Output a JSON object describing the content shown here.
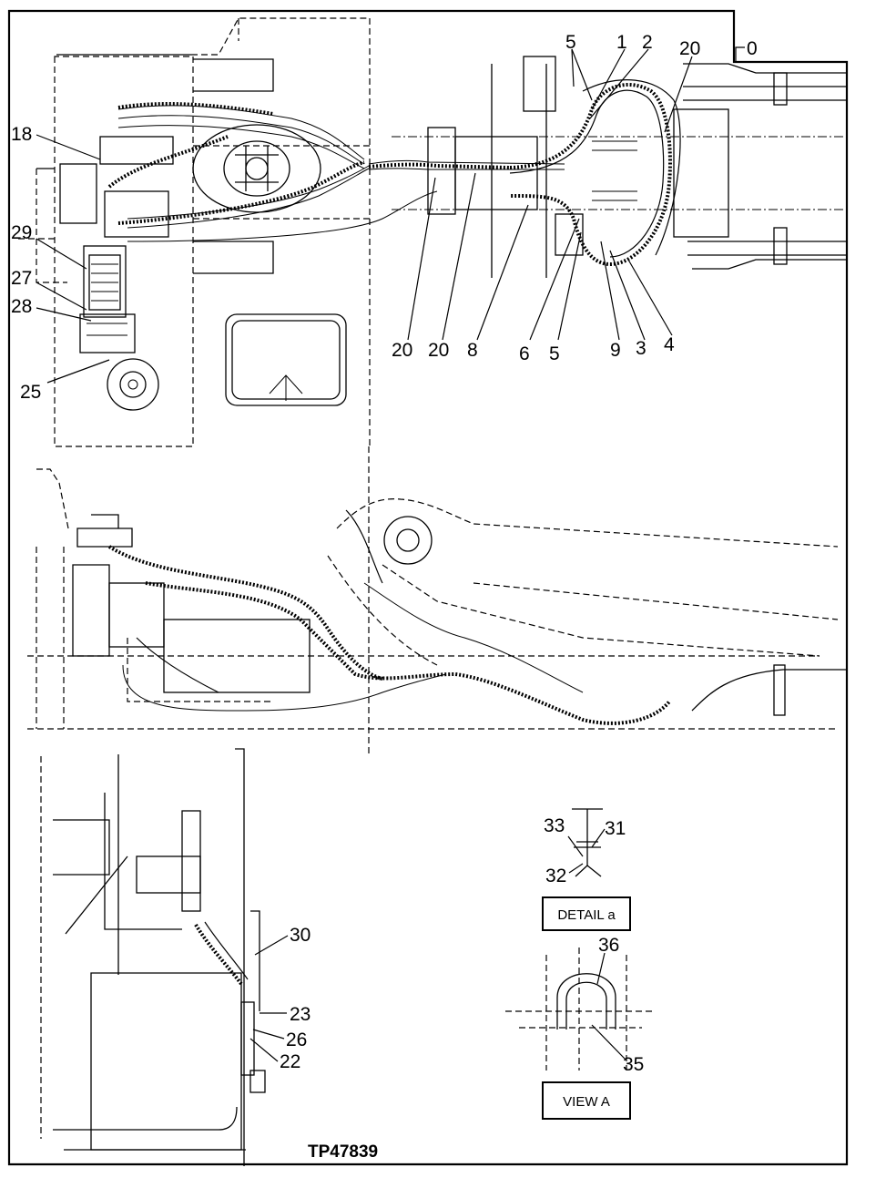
{
  "figure_code": "TP47839",
  "callouts": {
    "c5_top": "5",
    "c1": "1",
    "c2": "2",
    "c20_top": "20",
    "c0": "0",
    "c18": "18",
    "c29": "29",
    "c27": "27",
    "c28": "28",
    "c25": "25",
    "c20_a": "20",
    "c20_b": "20",
    "c8": "8",
    "c6": "6",
    "c5_b": "5",
    "c9": "9",
    "c3": "3",
    "c4": "4",
    "c30": "30",
    "c23": "23",
    "c26": "26",
    "c22": "22",
    "c33": "33",
    "c31": "31",
    "c32": "32",
    "c36": "36",
    "c35": "35"
  },
  "boxes": {
    "detail_a": "DETAIL a",
    "view_a": "VIEW A"
  }
}
